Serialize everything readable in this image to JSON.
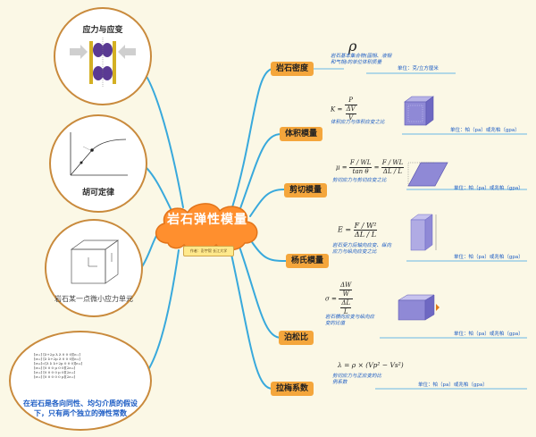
{
  "center": {
    "title": "岩石弹性模量",
    "author": "作者：彭宇毅 长江大学"
  },
  "colors": {
    "line": "#38a9dc",
    "topic": "#f4a63c",
    "cloud": "#ff8f2e",
    "note": "#1c5cc4",
    "circle_border": "#c98a3c"
  },
  "left_circles": {
    "c1": {
      "title": "应力与应变"
    },
    "c2": {
      "title": "胡可定律"
    },
    "c3": {
      "caption": "岩石某一点微小应力单元"
    },
    "c4": {
      "note": "在岩石是各向同性、均匀介质的假设下，只有两个独立的弹性常数"
    }
  },
  "topics": {
    "density": {
      "label": "岩石密度",
      "symbol": "ρ",
      "desc": "岩石基本集合物(固相、液相和气相)的单位体积质量",
      "unit": "单位：克/立方厘米"
    },
    "bulk": {
      "label": "体积模量",
      "lhs": "K =",
      "num": "P",
      "den_top": "ΔV",
      "den_bot": "V",
      "desc": "体积应力与体积应变之比",
      "unit": "单位：帕（pa）或兆帕（gpa）"
    },
    "shear": {
      "label": "剪切模量",
      "lhs": "μ =",
      "num1": "F / WL",
      "den1": "tan θ",
      "eq": "=",
      "num2": "F / WL",
      "den2": "ΔL / L",
      "desc": "剪切应力与剪切应变之比",
      "unit": "单位：帕（pa）或兆帕（gpa）"
    },
    "young": {
      "label": "杨氏模量",
      "lhs": "E =",
      "num": "F / W²",
      "den": "ΔL / L",
      "desc": "岩石受力后轴向应变、纵向应力与纵向应变之比",
      "unit": "单位：帕（pa）或兆帕（gpa）"
    },
    "poisson": {
      "label": "泊松比",
      "lhs": "σ =",
      "num_top": "ΔW",
      "num_bot": "W",
      "den_top": "ΔL",
      "den_bot": "L",
      "desc": "岩石横向应变与纵向应变的比值",
      "unit": "单位：帕（pa）或兆帕（gpa）"
    },
    "lame": {
      "label": "拉梅系数",
      "formula": "λ = ρ × (Vp² − Vs²)",
      "desc": "剪切应力与正应变的比例系数",
      "unit": "单位：帕（pa）或兆帕（gpa）"
    }
  }
}
